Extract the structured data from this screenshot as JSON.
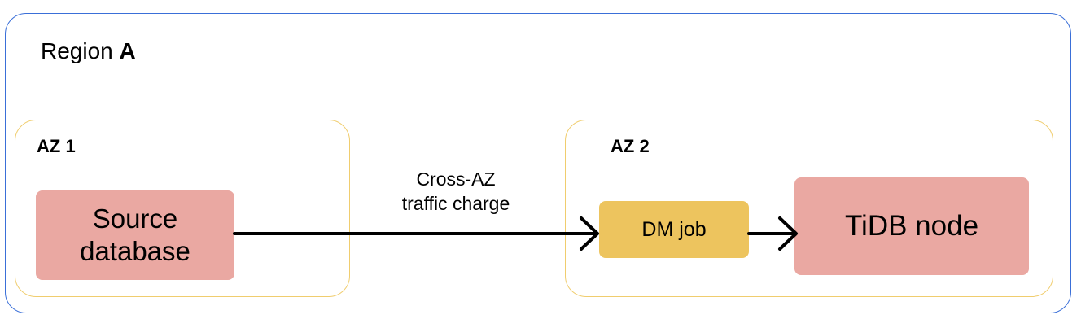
{
  "region": {
    "label_prefix": "Region",
    "label_emphasis": "A"
  },
  "az1": {
    "label": "AZ 1",
    "node": "Source database"
  },
  "az2": {
    "label": "AZ 2",
    "dm_node": "DM job",
    "target_node": "TiDB node"
  },
  "edge": {
    "label_line1": "Cross-AZ",
    "label_line2": "traffic charge"
  },
  "colors": {
    "region_border": "#3a6fd8",
    "az_border": "#f0cd6e",
    "database_fill": "#eaa8a2",
    "job_fill": "#edc45e",
    "arrow": "#000000"
  }
}
